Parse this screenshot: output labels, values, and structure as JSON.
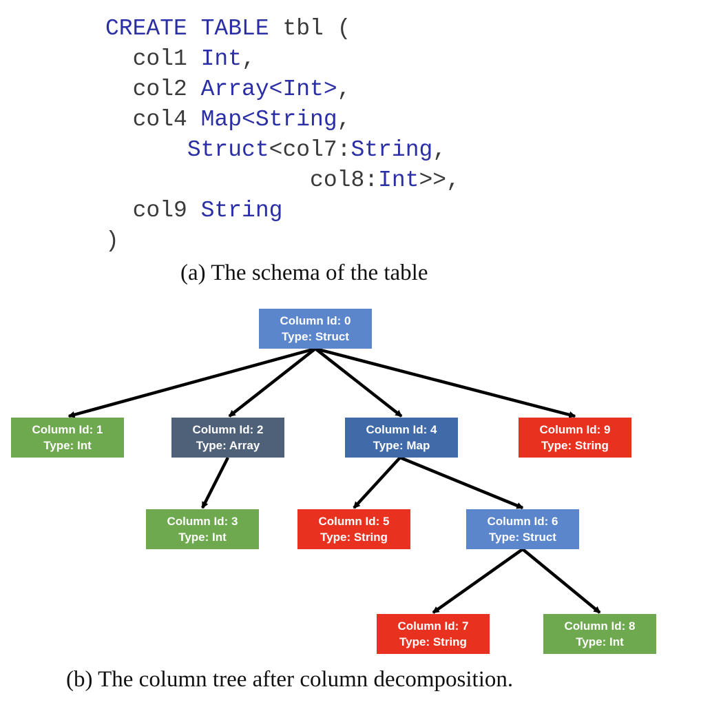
{
  "code": {
    "lines": [
      [
        {
          "t": "CREATE TABLE",
          "c": "kw"
        },
        {
          "t": " tbl (",
          "c": "id"
        }
      ],
      [
        {
          "t": "  col1 ",
          "c": "id"
        },
        {
          "t": "Int",
          "c": "kw"
        },
        {
          "t": ",",
          "c": "id"
        }
      ],
      [
        {
          "t": "  col2 ",
          "c": "id"
        },
        {
          "t": "Array<Int>",
          "c": "kw"
        },
        {
          "t": ",",
          "c": "id"
        }
      ],
      [
        {
          "t": "  col4 ",
          "c": "id"
        },
        {
          "t": "Map<String",
          "c": "kw"
        },
        {
          "t": ",",
          "c": "id"
        }
      ],
      [
        {
          "t": "      ",
          "c": "id"
        },
        {
          "t": "Struct",
          "c": "kw"
        },
        {
          "t": "<col7:",
          "c": "id"
        },
        {
          "t": "String",
          "c": "kw"
        },
        {
          "t": ",",
          "c": "id"
        }
      ],
      [
        {
          "t": "               col8:",
          "c": "id"
        },
        {
          "t": "Int",
          "c": "kw"
        },
        {
          "t": ">>,",
          "c": "id"
        }
      ],
      [
        {
          "t": "  col9 ",
          "c": "id"
        },
        {
          "t": "String",
          "c": "kw"
        }
      ],
      [
        {
          "t": ")",
          "c": "id"
        }
      ]
    ]
  },
  "captions": {
    "schema": "(a) The schema of the table",
    "tree": "(b) The column tree after column decomposition."
  },
  "colors": {
    "green": "#6fa94f",
    "slate": "#4f6179",
    "blue": "#416aa8",
    "light_blue": "#5b86cc",
    "red": "#e8321f",
    "edge": "#000000"
  },
  "nodes": [
    {
      "id": "n0",
      "line1": "Column Id: 0",
      "line2": "Type: Struct",
      "color": "light_blue"
    },
    {
      "id": "n1",
      "line1": "Column Id: 1",
      "line2": "Type: Int",
      "color": "green"
    },
    {
      "id": "n2",
      "line1": "Column Id: 2",
      "line2": "Type: Array",
      "color": "slate"
    },
    {
      "id": "n4",
      "line1": "Column Id: 4",
      "line2": "Type: Map",
      "color": "blue"
    },
    {
      "id": "n9",
      "line1": "Column Id: 9",
      "line2": "Type: String",
      "color": "red"
    },
    {
      "id": "n3",
      "line1": "Column Id: 3",
      "line2": "Type: Int",
      "color": "green"
    },
    {
      "id": "n5",
      "line1": "Column Id: 5",
      "line2": "Type: String",
      "color": "red"
    },
    {
      "id": "n6",
      "line1": "Column Id: 6",
      "line2": "Type: Struct",
      "color": "light_blue"
    },
    {
      "id": "n7",
      "line1": "Column Id: 7",
      "line2": "Type: String",
      "color": "red"
    },
    {
      "id": "n8",
      "line1": "Column Id: 8",
      "line2": "Type: Int",
      "color": "green"
    }
  ],
  "edges": [
    {
      "from": "n0",
      "to": "n1"
    },
    {
      "from": "n0",
      "to": "n2"
    },
    {
      "from": "n0",
      "to": "n4"
    },
    {
      "from": "n0",
      "to": "n9"
    },
    {
      "from": "n2",
      "to": "n3"
    },
    {
      "from": "n4",
      "to": "n5"
    },
    {
      "from": "n4",
      "to": "n6"
    },
    {
      "from": "n6",
      "to": "n7"
    },
    {
      "from": "n6",
      "to": "n8"
    }
  ]
}
